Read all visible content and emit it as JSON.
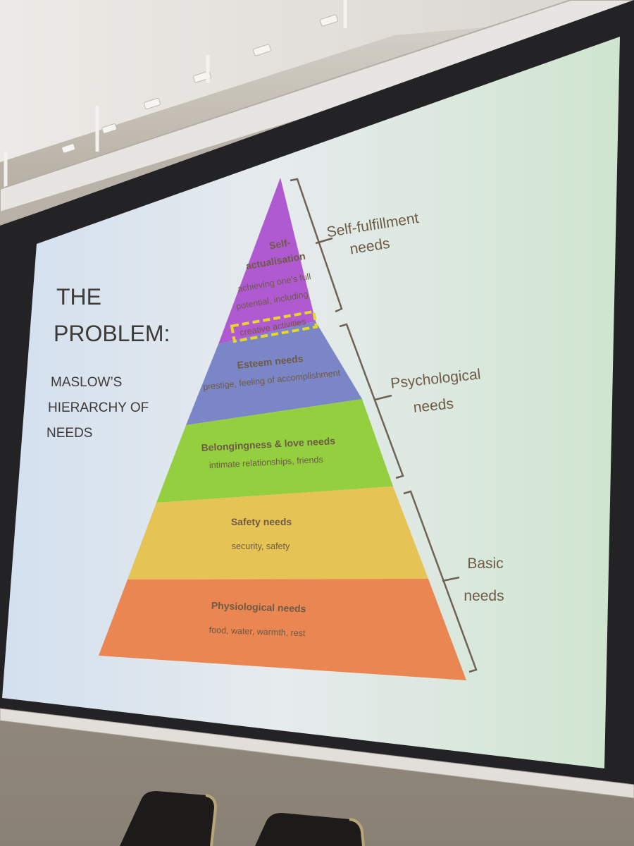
{
  "slide": {
    "title_line1": "THE",
    "title_line2": "PROBLEM:",
    "subtitle_line1": "MASLOW’S",
    "subtitle_line2": "HIERARCHY OF",
    "subtitle_line3": "NEEDS"
  },
  "pyramid": {
    "levels": [
      {
        "title_lines": [
          "Self-",
          "actualisation"
        ],
        "description_lines": [
          "achieving one’s full",
          "potential, including",
          "creative activities"
        ],
        "color": "#b05ad2",
        "highlighted_phrase": "creative activities",
        "highlight_color": "#e7d52b"
      },
      {
        "title_lines": [
          "Esteem needs"
        ],
        "description_lines": [
          "prestige, feeling of accomplishment"
        ],
        "color": "#7a86c6"
      },
      {
        "title_lines": [
          "Belongingness & love needs"
        ],
        "description_lines": [
          "intimate relationships, friends"
        ],
        "color": "#93cf3f"
      },
      {
        "title_lines": [
          "Safety needs"
        ],
        "description_lines": [
          "security, safety"
        ],
        "color": "#e6c355"
      },
      {
        "title_lines": [
          "Physiological needs"
        ],
        "description_lines": [
          "food, water, warmth, rest"
        ],
        "color": "#ea8652"
      }
    ]
  },
  "groups": {
    "self_fulfillment": [
      "Self-fulfillment",
      "needs"
    ],
    "psychological": [
      "Psychological",
      "needs"
    ],
    "basic": [
      "Basic",
      "needs"
    ]
  },
  "colors": {
    "text_brown": "#6e5a45",
    "bracket": "#6f6255",
    "screen_frame": "#232326"
  }
}
